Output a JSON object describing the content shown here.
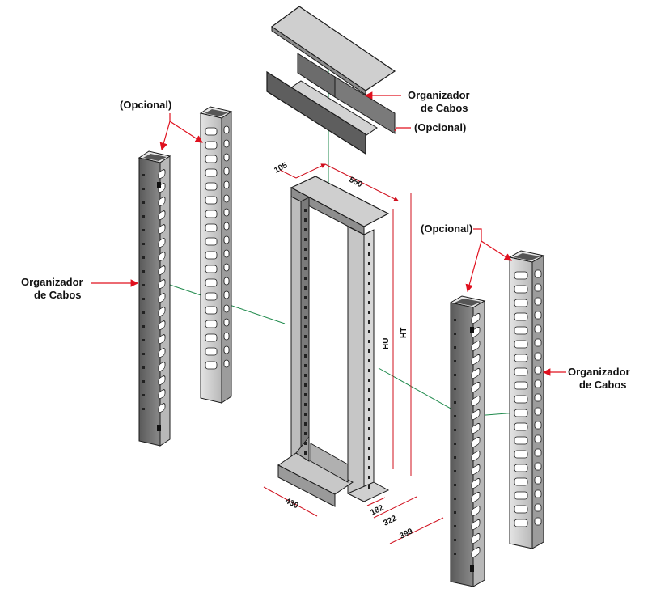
{
  "labels": {
    "opcional": "(Opcional)",
    "organizador_line1": "Organizador",
    "organizador_line2": "de Cabos"
  },
  "dimensions": {
    "d105": "105",
    "d550": "550",
    "dHU": "HU",
    "dHT": "HT",
    "d430": "430",
    "d182": "182",
    "d322": "322",
    "d399": "399"
  },
  "colors": {
    "metal_dark": "#6e6e6e",
    "metal_light": "#bdbdbd",
    "metal_face": "#d4d4d4",
    "leader_red": "#e0101e",
    "axis_green": "#1f8a4c",
    "outline": "#1a1a1a"
  }
}
